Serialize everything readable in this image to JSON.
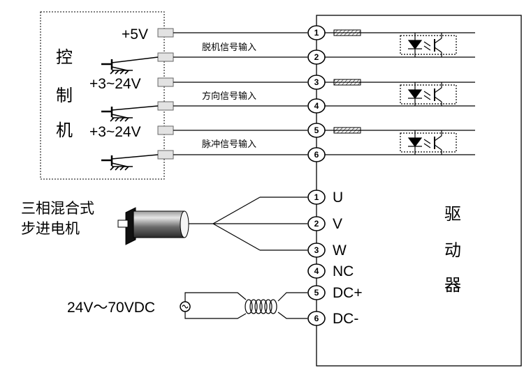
{
  "controller": {
    "label_chars": [
      "控",
      "制",
      "机"
    ],
    "supply_labels": [
      "+5V",
      "+3~24V",
      "+3~24V"
    ]
  },
  "signals": [
    "脱机信号输入",
    "方向信号输入",
    "脉冲信号输入"
  ],
  "driver": {
    "label_chars": [
      "驱",
      "动",
      "器"
    ],
    "terminal_numbers": [
      "1",
      "2",
      "3",
      "4",
      "5",
      "6"
    ],
    "power_terminals": [
      {
        "num": "1",
        "label": "U"
      },
      {
        "num": "2",
        "label": "V"
      },
      {
        "num": "3",
        "label": "W"
      },
      {
        "num": "4",
        "label": "NC"
      },
      {
        "num": "5",
        "label": "DC+"
      },
      {
        "num": "6",
        "label": "DC-"
      }
    ]
  },
  "motor": {
    "label_lines": [
      "三相混合式",
      "步进电机"
    ]
  },
  "power_supply": {
    "label": "24V～70VDC"
  }
}
